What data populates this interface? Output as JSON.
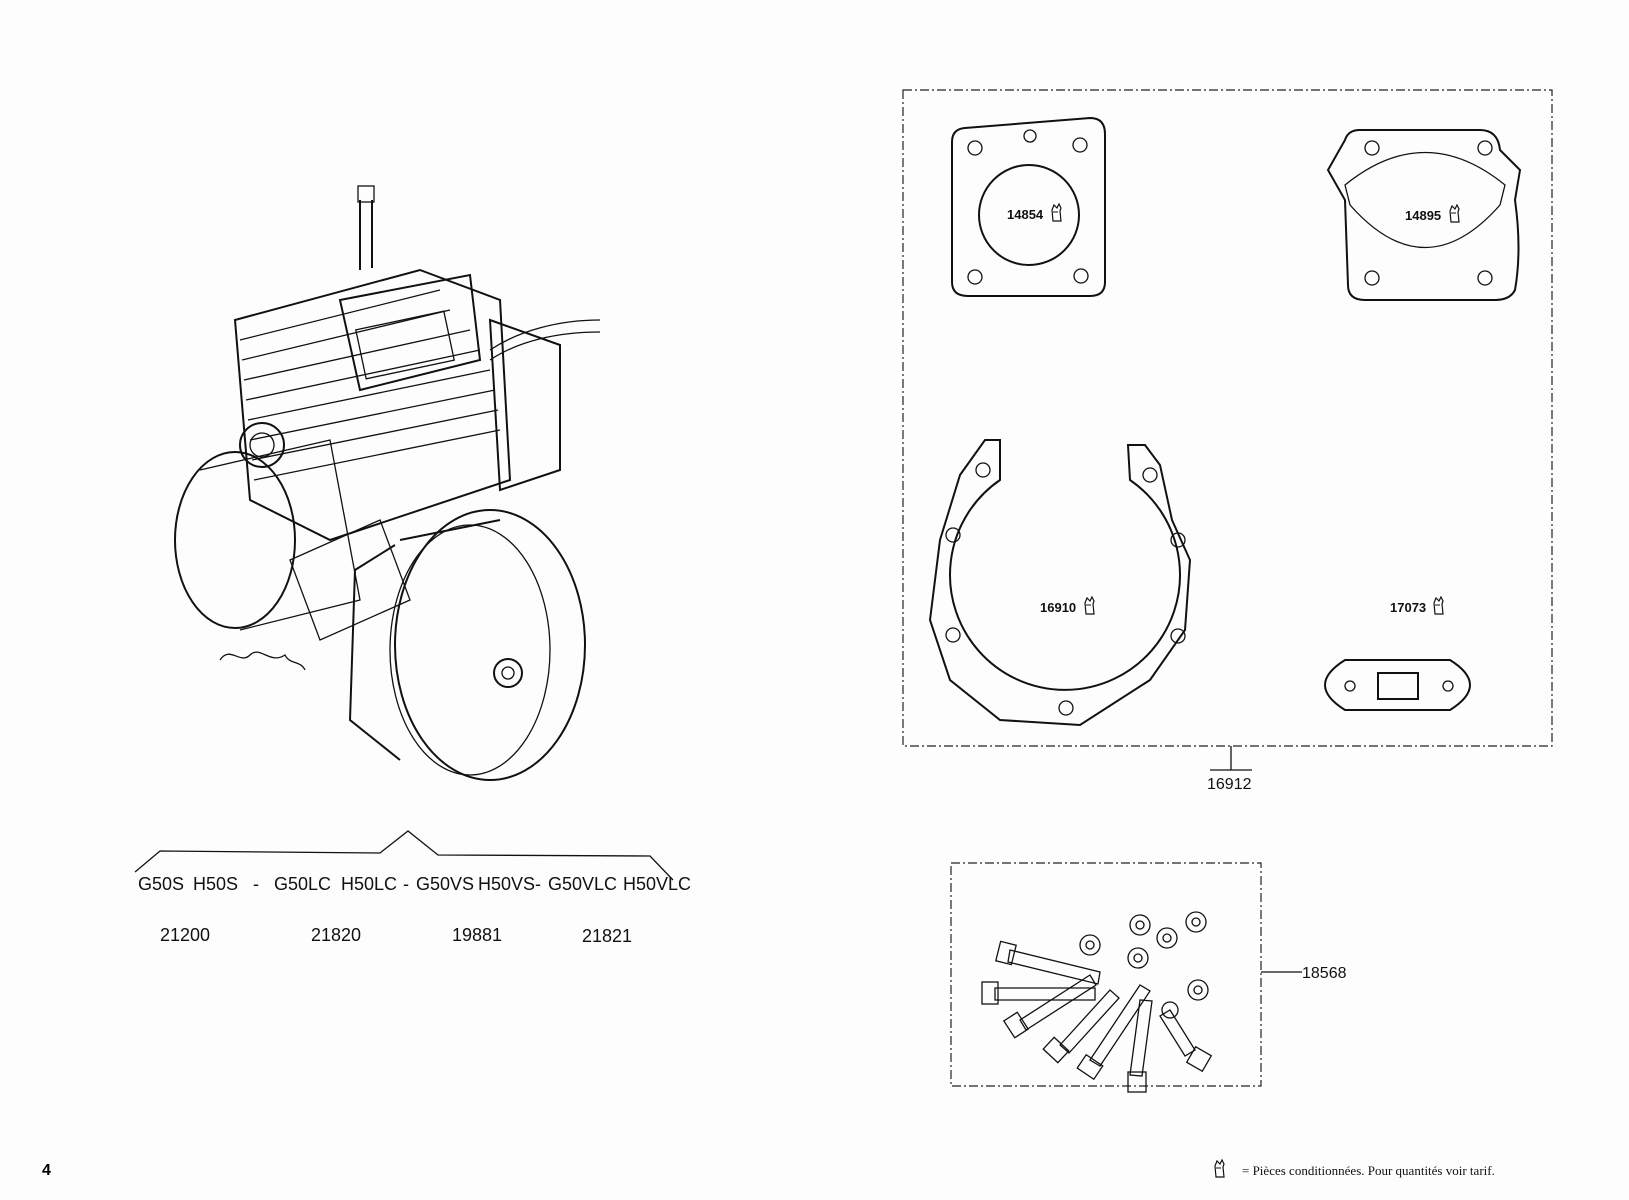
{
  "page_number": "4",
  "engine": {
    "models": [
      "G50S",
      "H50S",
      "-",
      "G50LC",
      "H50LC",
      "-",
      "G50VS",
      "H50VS",
      "-",
      "G50VLC",
      "H50VLC"
    ],
    "part_numbers": [
      "21200",
      "21820",
      "19881",
      "21821"
    ]
  },
  "gasket_set": {
    "ref": "16912",
    "gaskets": [
      {
        "ref": "14854",
        "icon": "packaged-parts-icon"
      },
      {
        "ref": "14895",
        "icon": "packaged-parts-icon"
      },
      {
        "ref": "16910",
        "icon": "packaged-parts-icon"
      },
      {
        "ref": "17073",
        "icon": "packaged-parts-icon"
      }
    ]
  },
  "bolt_kit": {
    "ref": "18568"
  },
  "footer": {
    "legend_icon": "packaged-parts-icon",
    "legend_text": "= Pièces conditionnées. Pour quantités voir tarif."
  }
}
